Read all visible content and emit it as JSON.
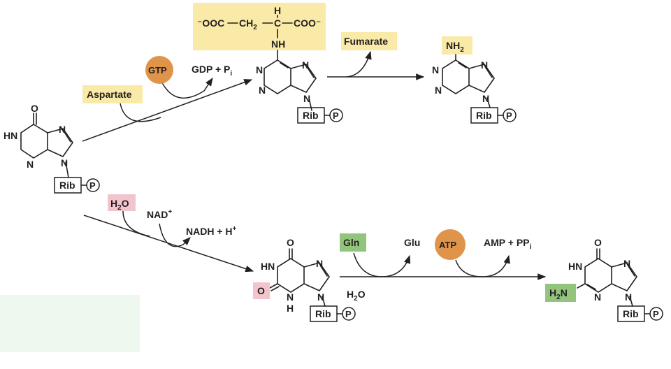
{
  "colors": {
    "highlight_yellow": "#faeaa8",
    "highlight_pink": "#f2c4cc",
    "highlight_green": "#93c47d",
    "cofactor_orange": "#e0944a",
    "panel_green": "#eef8ee",
    "ink": "#231f20"
  },
  "imp": {
    "atoms": {
      "O": "O",
      "HN": "HN",
      "N3": "N",
      "N7": "N",
      "N9": "N"
    },
    "rib": "Rib",
    "p": "P"
  },
  "top_branch": {
    "aspartate": "Aspartate",
    "gtp": "GTP",
    "gdp": "GDP + P",
    "gdp_sub": "i",
    "fumarate": "Fumarate"
  },
  "adenylosuccinate": {
    "sub1": "⁻OOC",
    "ch2": "CH",
    "ch2_sub": "2",
    "h": "H",
    "coo": "COO⁻",
    "nh": "NH",
    "atoms": {
      "N1": "N",
      "N3": "N",
      "N7": "N",
      "N9": "N"
    },
    "rib": "Rib",
    "p": "P"
  },
  "amp": {
    "nh2": "NH",
    "nh2_sub": "2",
    "atoms": {
      "N1": "N",
      "N3": "N",
      "N7": "N",
      "N9": "N"
    },
    "rib": "Rib",
    "p": "P"
  },
  "bottom_branch": {
    "h2o": "H",
    "h2o_sub": "2",
    "h2o_o": "O",
    "nad": "NAD",
    "nad_sup": "+",
    "nadh": "NADH + H",
    "nadh_sup": "+",
    "gln": "Gln",
    "glu": "Glu",
    "h2o_2": "H",
    "h2o_2_sub": "2",
    "h2o_2_o": "O",
    "atp": "ATP",
    "amp_pp": "AMP + PP",
    "amp_pp_sub": "i"
  },
  "xmp": {
    "O_top": "O",
    "HN": "HN",
    "O_left": "O",
    "NH": "N",
    "H": "H",
    "N7": "N",
    "N9": "N",
    "rib": "Rib",
    "p": "P"
  },
  "gmp": {
    "O_top": "O",
    "HN": "HN",
    "h2n": "H",
    "h2n_sub": "2",
    "h2n_n": "N",
    "N3": "N",
    "N7": "N",
    "N9": "N",
    "rib": "Rib",
    "p": "P"
  }
}
